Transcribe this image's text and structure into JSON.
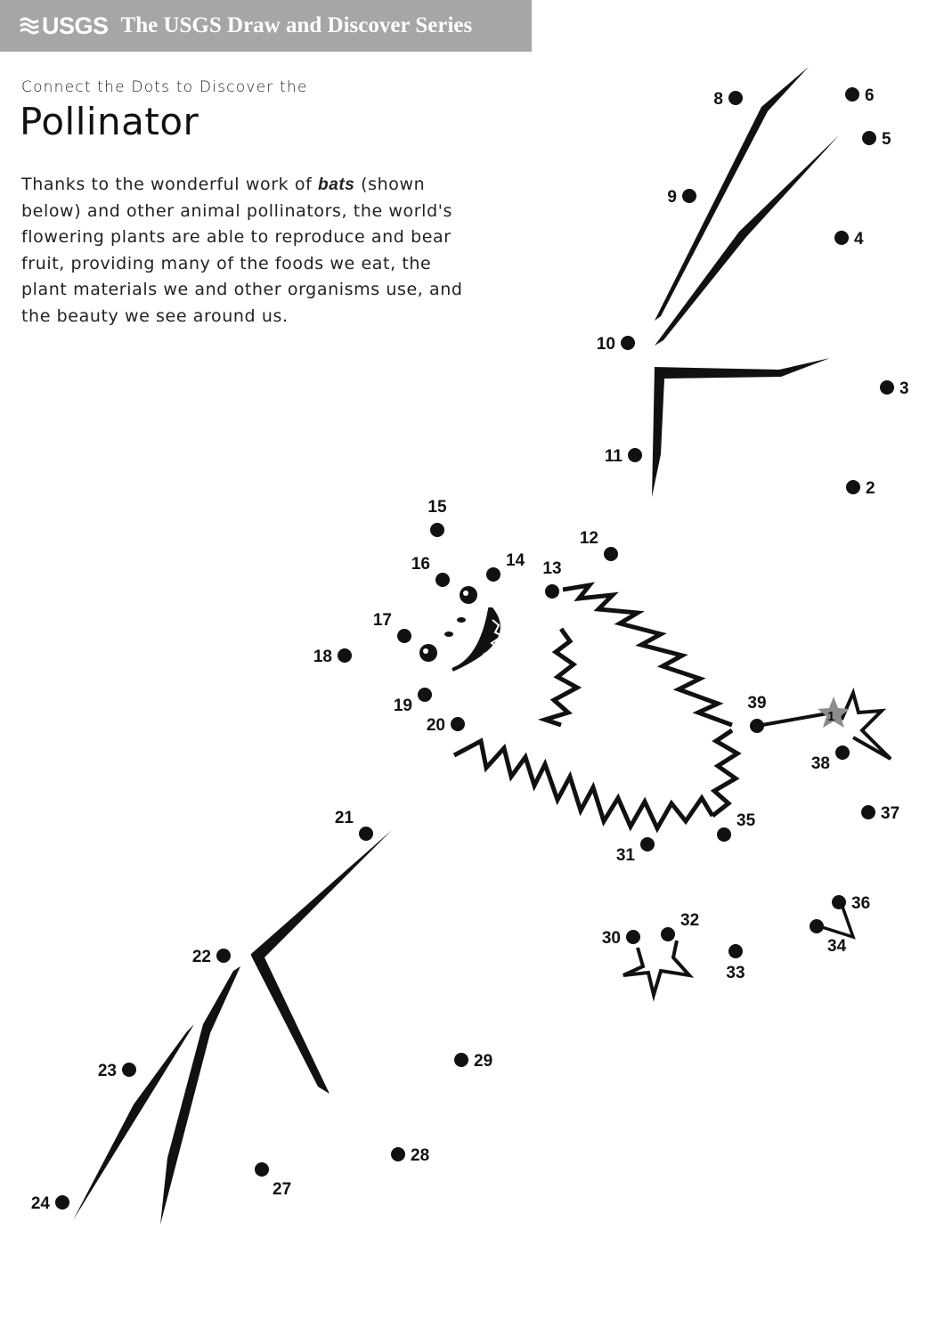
{
  "header": {
    "logo_text": "USGS",
    "series_title": "The USGS Draw and Discover Series"
  },
  "worksheet": {
    "subtitle": "Connect the Dots to Discover the",
    "title": "Pollinator",
    "intro_before": "Thanks to the wonderful work of ",
    "intro_emphasis": "bats",
    "intro_after": " (shown below) and other animal pollinators, the world's flowering plants are able to reproduce and bear fruit, providing many of the foods we eat, the plant materials we and other organisms use, and the beauty we see around us."
  },
  "dots": [
    {
      "label": "2"
    },
    {
      "label": "3"
    },
    {
      "label": "4"
    },
    {
      "label": "5"
    },
    {
      "label": "6"
    },
    {
      "label": "8"
    },
    {
      "label": "9"
    },
    {
      "label": "10"
    },
    {
      "label": "11"
    },
    {
      "label": "12"
    },
    {
      "label": "13"
    },
    {
      "label": "14"
    },
    {
      "label": "15"
    },
    {
      "label": "16"
    },
    {
      "label": "17"
    },
    {
      "label": "18"
    },
    {
      "label": "19"
    },
    {
      "label": "20"
    },
    {
      "label": "21"
    },
    {
      "label": "22"
    },
    {
      "label": "23"
    },
    {
      "label": "24"
    },
    {
      "label": "27"
    },
    {
      "label": "28"
    },
    {
      "label": "29"
    },
    {
      "label": "30"
    },
    {
      "label": "31"
    },
    {
      "label": "32"
    },
    {
      "label": "33"
    },
    {
      "label": "34"
    },
    {
      "label": "35"
    },
    {
      "label": "36"
    },
    {
      "label": "37"
    },
    {
      "label": "38"
    },
    {
      "label": "39"
    }
  ],
  "start_marker": {
    "label": "1",
    "color": "#8c8c8c"
  },
  "colors": {
    "banner": "#a6a6a6",
    "ink": "#111111"
  }
}
